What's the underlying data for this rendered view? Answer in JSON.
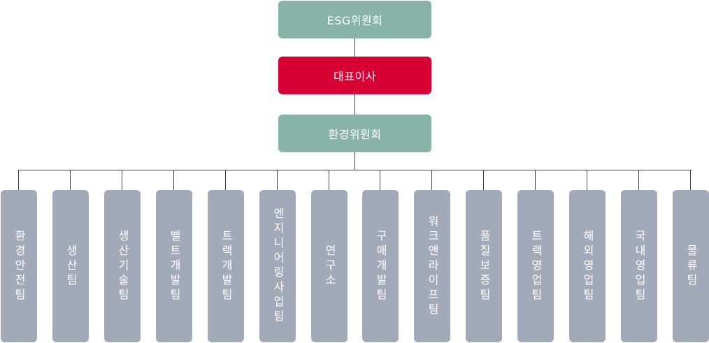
{
  "colors": {
    "committee": "#88b4a8",
    "ceo": "#d60033",
    "team": "#a2aab9",
    "line": "#444444"
  },
  "org": {
    "esg_committee": "ESG위원회",
    "ceo": "대표이사",
    "env_committee": "환경위원회",
    "teams": [
      "환경안전팀",
      "생산팀",
      "생산기술팀",
      "벨트개발팀",
      "트랙개발팀",
      "엔지니어링사업팀",
      "연구소",
      "구매개발팀",
      "워크앤라이프팀",
      "품질보증팀",
      "트랙영업팀",
      "해외영업팀",
      "국내영업팀",
      "물류팀"
    ]
  }
}
